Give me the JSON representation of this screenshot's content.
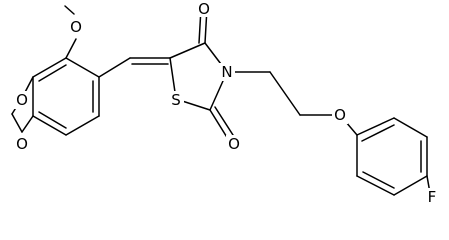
{
  "molecule": {
    "atoms": {
      "o_methoxy": "O",
      "o_diox_top": "O",
      "o_diox_bot": "O",
      "s_ring": "S",
      "n_ring": "N",
      "o_carbonyl_top": "O",
      "o_carbonyl_bot": "O",
      "o_ether": "O",
      "f": "F"
    }
  }
}
